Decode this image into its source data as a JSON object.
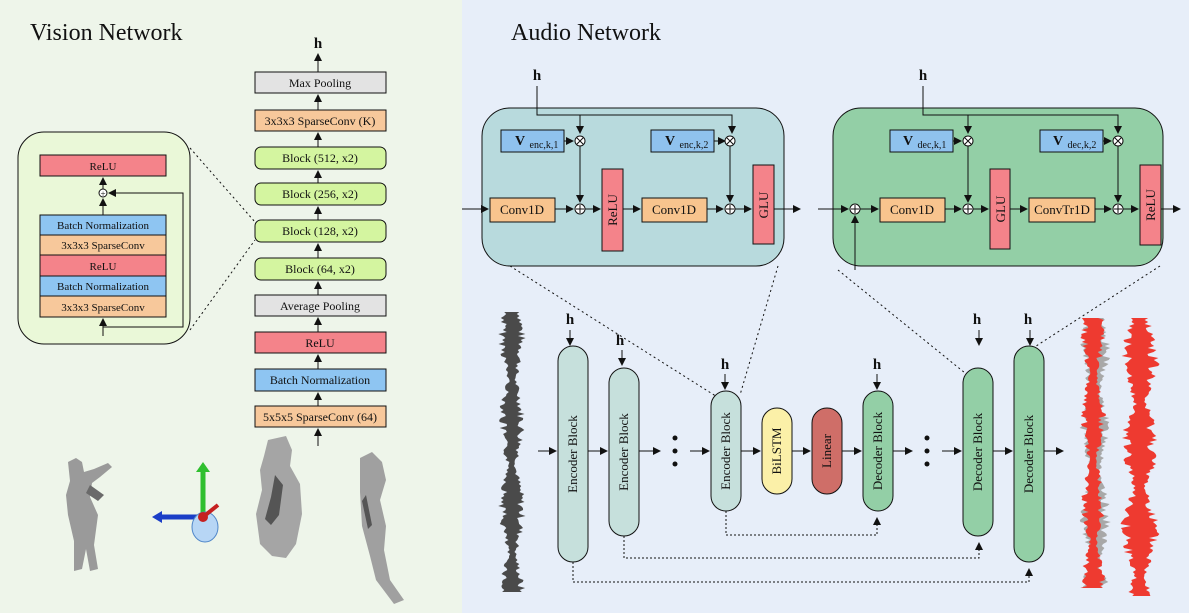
{
  "vision": {
    "title": "Vision Network",
    "output_label": "h",
    "stack": [
      "Max Pooling",
      "3x3x3 SparseConv (K)",
      "Block (512, x2)",
      "Block (256, x2)",
      "Block (128, x2)",
      "Block (64, x2)",
      "Average  Pooling",
      "ReLU",
      "Batch Normalization",
      "5x5x5 SparseConv (64)"
    ],
    "block_detail": [
      "ReLU",
      "Batch Normalization",
      "3x3x3 SparseConv",
      "ReLU",
      "Batch Normalization",
      "3x3x3 SparseConv"
    ],
    "residual_symbol": "+"
  },
  "audio": {
    "title": "Audio Network",
    "h": "h",
    "encoder_detail": {
      "v1_main": "V",
      "v1_sub": "enc,k,1",
      "v2_main": "V",
      "v2_sub": "enc,k,2",
      "conv1": "Conv1D",
      "relu": "ReLU",
      "conv2": "Conv1D",
      "glu": "GLU"
    },
    "decoder_detail": {
      "v1_main": "V",
      "v1_sub": "dec,k,1",
      "v2_main": "V",
      "v2_sub": "dec,k,2",
      "conv": "Conv1D",
      "glu": "GLU",
      "convtr": "ConvTr1D",
      "relu": "ReLU"
    },
    "blocks": {
      "enc1": "Encoder Block",
      "enc2": "Encoder Block",
      "enc3": "Encoder Block",
      "bilstm": "BiLSTM",
      "linear": "Linear",
      "dec1": "Decoder Block",
      "dec2": "Decoder Block",
      "dec3": "Decoder Block"
    }
  },
  "colors": {
    "relu": "#f4838a",
    "batchnorm": "#8ec5f2",
    "sparseconv": "#f7c89b",
    "block": "#d4f5a0",
    "pooling": "#e3e3e3",
    "encoder_fill": "#c6e0dc",
    "decoder_fill": "#93cfa6",
    "bilstm": "#fbf0a8",
    "linear": "#cf6e68",
    "v_box": "#8fc2ee",
    "conv1d": "#f8c48e",
    "waveform_dark": "#4a4a4a",
    "waveform_red": "#ee3a30"
  }
}
